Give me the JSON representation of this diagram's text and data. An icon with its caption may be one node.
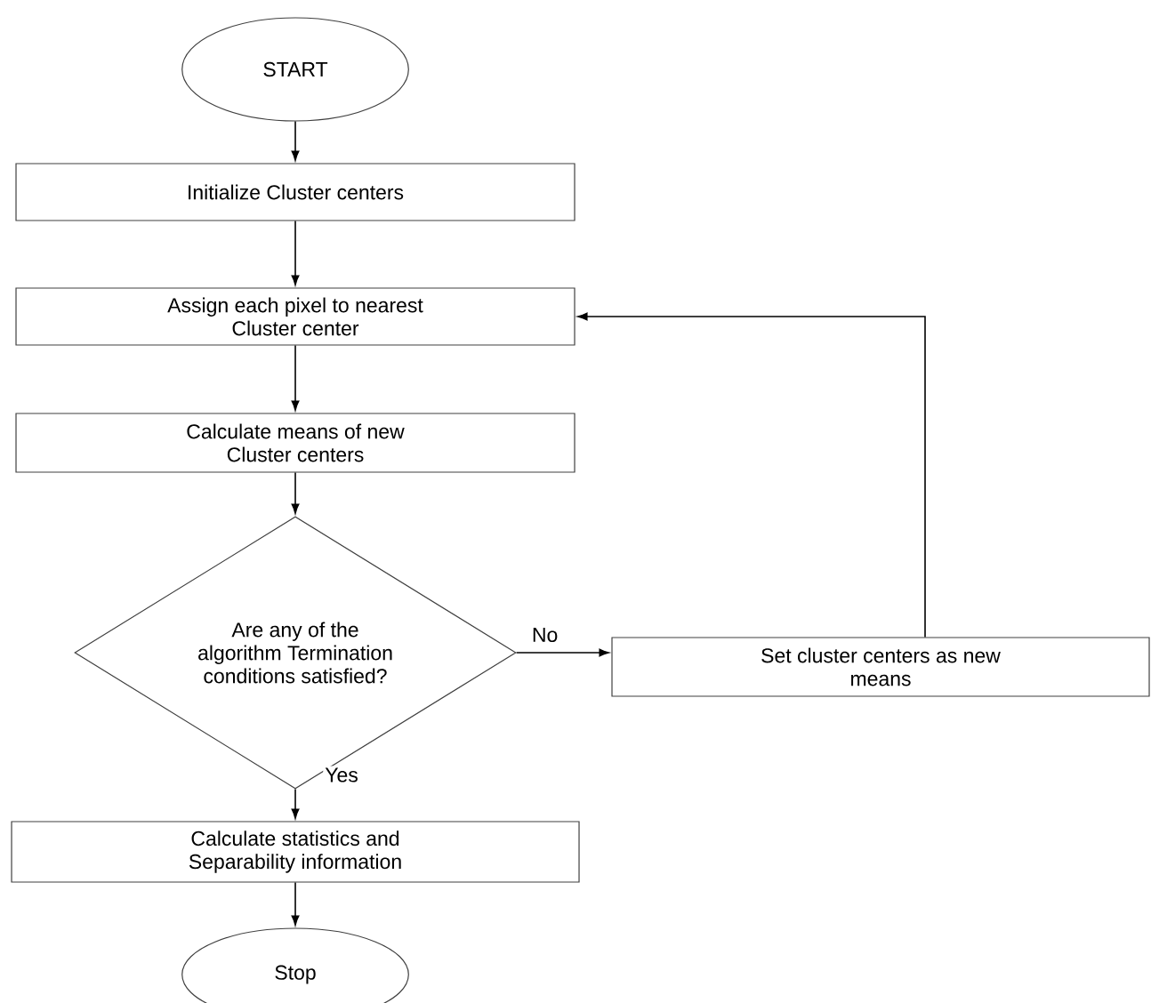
{
  "diagram": {
    "nodes": [
      {
        "text": [
          "START"
        ]
      },
      {
        "text": [
          "Initialize Cluster centers"
        ]
      },
      {
        "text": [
          "Assign each pixel to nearest Cluster center"
        ]
      },
      {
        "text": [
          "Calculate means of new Cluster centers"
        ]
      },
      {
        "text": [
          "Are any of the algorithm Termination conditions satisfied?"
        ]
      },
      {
        "text": [
          "Set cluster centers as new means"
        ]
      },
      {
        "text": [
          "Calculate statistics and Separability information"
        ]
      },
      {
        "text": [
          "Stop"
        ]
      }
    ],
    "edges": [
      {
        "from": 0,
        "to": 1,
        "arrow": "to"
      },
      {
        "from": 1,
        "to": 2,
        "arrow": "to"
      },
      {
        "from": 2,
        "to": 3,
        "arrow": "to"
      },
      {
        "from": 3,
        "to": 4,
        "arrow": "to"
      },
      {
        "from": 4,
        "to": 5,
        "arrow": "to",
        "label": "No"
      },
      {
        "from": 4,
        "to": 6,
        "arrow": "to",
        "label": "Yes"
      },
      {
        "from": 6,
        "to": 7,
        "arrow": "to"
      },
      {
        "from": 5,
        "to": 2,
        "arrow": "to"
      }
    ]
  }
}
